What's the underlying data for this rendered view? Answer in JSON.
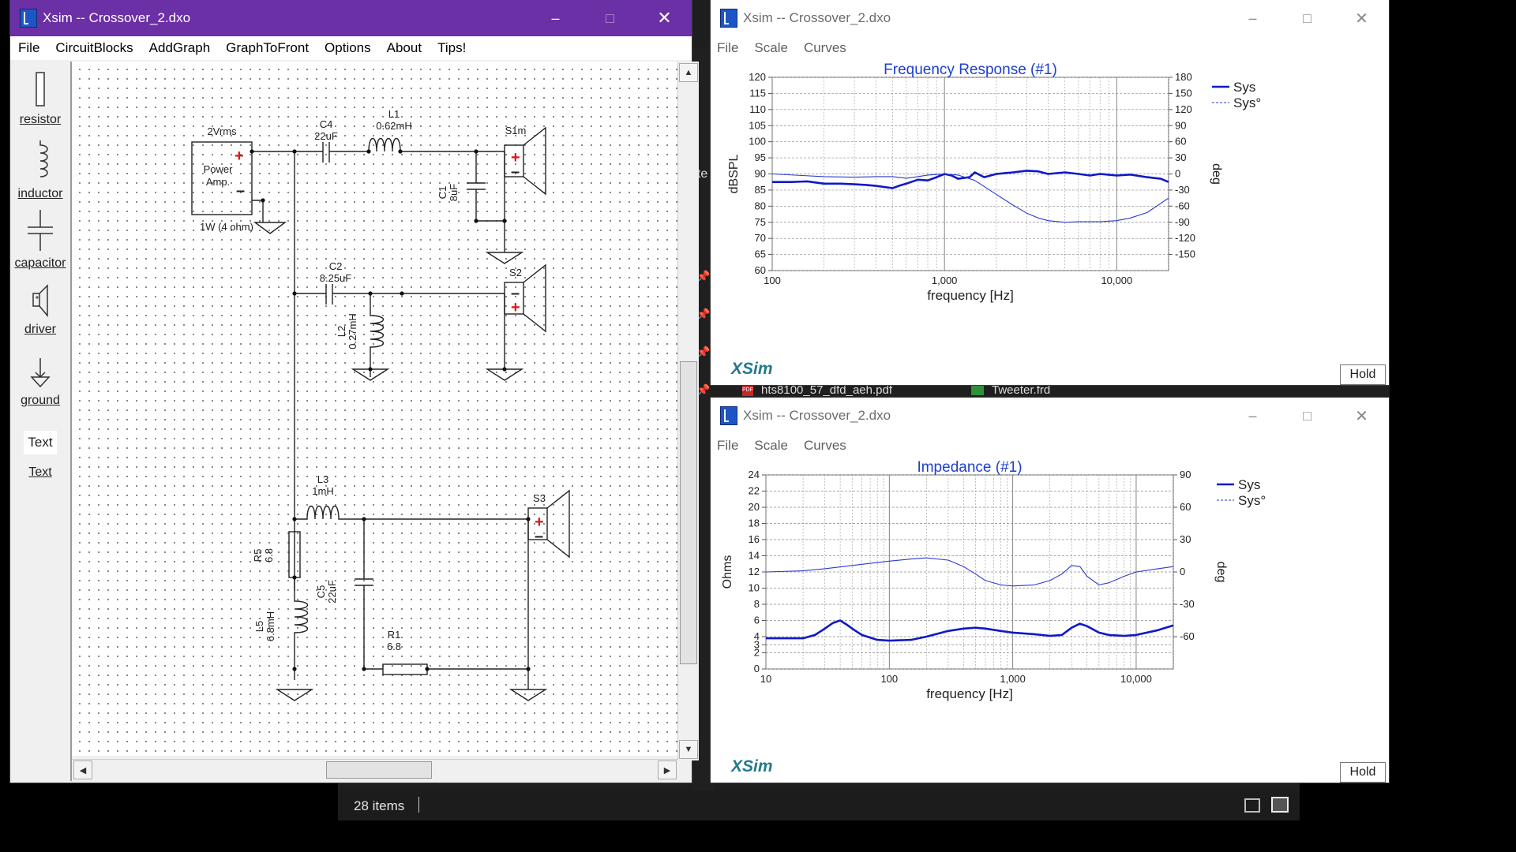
{
  "background": {
    "status_items": "28 items",
    "sidebar_fragment": "nte",
    "file_row": [
      {
        "icon": "pdf-file-icon",
        "name": "hts8100_57_dfd_aeh.pdf"
      },
      {
        "icon": "frd-file-icon",
        "name": "Tweeter.frd"
      }
    ]
  },
  "main_window": {
    "title": "Xsim -- Crossover_2.dxo",
    "accent": "#6b2fa6",
    "menu": [
      "File",
      "CircuitBlocks",
      "AddGraph",
      "GraphToFront",
      "Options",
      "About",
      "Tips!"
    ],
    "tools": [
      {
        "icon": "resistor-icon",
        "label": "resistor"
      },
      {
        "icon": "inductor-icon",
        "label": "inductor"
      },
      {
        "icon": "capacitor-icon",
        "label": "capacitor"
      },
      {
        "icon": "driver-icon",
        "label": "driver"
      },
      {
        "icon": "ground-icon",
        "label": "ground"
      },
      {
        "icon": "text-tool-icon",
        "label": "Text",
        "preview": "Text"
      }
    ],
    "circuit": {
      "source_voltage": "2Vrms",
      "source_name_1": "Power",
      "source_name_2": "Amp.",
      "source_power": "1W (4 ohm)",
      "components": [
        {
          "ref": "C4",
          "value": "22uF"
        },
        {
          "ref": "L1",
          "value": "0.62mH"
        },
        {
          "ref": "C1",
          "value": "8uF"
        },
        {
          "ref": "S1m",
          "value": ""
        },
        {
          "ref": "C2",
          "value": "8.25uF"
        },
        {
          "ref": "L2",
          "value": "0.27mH"
        },
        {
          "ref": "S2",
          "value": ""
        },
        {
          "ref": "L3",
          "value": "1mH"
        },
        {
          "ref": "S3",
          "value": ""
        },
        {
          "ref": "R5",
          "value": "6.8"
        },
        {
          "ref": "C5",
          "value": "22uF"
        },
        {
          "ref": "L5",
          "value": "6.8mH"
        },
        {
          "ref": "R1",
          "value": "6.8"
        }
      ]
    }
  },
  "graph_windows": [
    {
      "title": "Xsim -- Crossover_2.dxo",
      "menu": [
        "File",
        "Scale",
        "Curves"
      ],
      "logo": "XSim",
      "hold_label": "Hold",
      "chart_data": {
        "type": "line",
        "title": "Frequency Response (#1)",
        "xlabel": "frequency [Hz]",
        "ylabel": "dBSPL",
        "y2label": "deg",
        "x_scale": "log",
        "xlim": [
          100,
          20000
        ],
        "ylim": [
          60,
          120
        ],
        "y2lim": [
          -180,
          180
        ],
        "x_ticks": [
          "100",
          "1,000",
          "10,000"
        ],
        "y_ticks": [
          "60",
          "65",
          "70",
          "75",
          "80",
          "85",
          "90",
          "95",
          "100",
          "105",
          "110",
          "115",
          "120"
        ],
        "y2_ticks": [
          "-150",
          "-120",
          "-90",
          "-60",
          "-30",
          "0",
          "30",
          "60",
          "90",
          "120",
          "150",
          "180"
        ],
        "grid": true,
        "legend_position": "top-right",
        "series": [
          {
            "name": "Sys",
            "axis": "left",
            "color": "#1018c8",
            "style": "solid",
            "x": [
              100,
              130,
              160,
              200,
              250,
              300,
              350,
              400,
              500,
              550,
              600,
              700,
              800,
              900,
              1000,
              1100,
              1200,
              1400,
              1500,
              1700,
              2000,
              2500,
              3000,
              3500,
              4000,
              5000,
              6000,
              7000,
              8000,
              10000,
              12000,
              15000,
              18000,
              20000
            ],
            "y": [
              87.5,
              87.5,
              87.7,
              87,
              87,
              86.8,
              86.6,
              86.3,
              85.6,
              86.4,
              87,
              88.2,
              88,
              89,
              90,
              89.5,
              88.5,
              89,
              90.5,
              89,
              90,
              90.5,
              91,
              90.8,
              90,
              90.5,
              90,
              89.5,
              90,
              89.5,
              89.8,
              89,
              88.5,
              87.5
            ]
          },
          {
            "name": "Sys°",
            "axis": "right",
            "color": "#2c3acb",
            "style": "thin",
            "x": [
              100,
              150,
              200,
              300,
              400,
              500,
              600,
              700,
              800,
              1000,
              1200,
              1500,
              2000,
              2500,
              3000,
              3500,
              4000,
              5000,
              6000,
              8000,
              10000,
              12000,
              15000,
              20000
            ],
            "y": [
              0,
              -3,
              -5,
              -6,
              -5,
              -5,
              -8,
              -5,
              -2,
              0,
              -2,
              -12,
              -38,
              -58,
              -73,
              -82,
              -87,
              -90,
              -89,
              -89,
              -87,
              -82,
              -72,
              -45
            ]
          }
        ]
      }
    },
    {
      "title": "Xsim -- Crossover_2.dxo",
      "menu": [
        "File",
        "Scale",
        "Curves"
      ],
      "logo": "XSim",
      "hold_label": "Hold",
      "chart_data": {
        "type": "line",
        "title": "Impedance (#1)",
        "xlabel": "frequency [Hz]",
        "ylabel": "Ohms",
        "y2label": "deg",
        "x_scale": "log",
        "xlim": [
          10,
          20000
        ],
        "ylim": [
          0,
          24
        ],
        "y2lim": [
          -90,
          90
        ],
        "x_ticks": [
          "10",
          "100",
          "1,000",
          "10,000"
        ],
        "y_ticks": [
          "0",
          "2",
          "3",
          "4",
          "6",
          "8",
          "10",
          "12",
          "14",
          "16",
          "18",
          "20",
          "22",
          "24"
        ],
        "y2_ticks": [
          "-60",
          "-30",
          "0",
          "30",
          "60",
          "90"
        ],
        "grid": true,
        "legend_position": "top-right",
        "series": [
          {
            "name": "Sys",
            "axis": "left",
            "color": "#1018c8",
            "style": "solid",
            "x": [
              10,
              15,
              20,
              25,
              30,
              35,
              40,
              45,
              50,
              60,
              80,
              100,
              150,
              200,
              300,
              400,
              500,
              600,
              800,
              1000,
              1500,
              2000,
              2500,
              3000,
              3500,
              4000,
              5000,
              6000,
              8000,
              10000,
              15000,
              20000
            ],
            "y": [
              3.8,
              3.8,
              3.8,
              4.2,
              5,
              5.7,
              6,
              5.5,
              5,
              4.2,
              3.6,
              3.5,
              3.6,
              4,
              4.7,
              5,
              5.1,
              5,
              4.7,
              4.5,
              4.3,
              4.1,
              4.2,
              5.1,
              5.6,
              5.3,
              4.5,
              4.2,
              4.1,
              4.2,
              4.8,
              5.4
            ]
          },
          {
            "name": "Sys°",
            "axis": "right",
            "color": "#2c3acb",
            "style": "thin",
            "x": [
              10,
              20,
              30,
              50,
              70,
              100,
              150,
              200,
              300,
              400,
              500,
              600,
              800,
              1000,
              1500,
              2000,
              2500,
              3000,
              3500,
              4000,
              5000,
              6000,
              8000,
              10000,
              15000,
              20000
            ],
            "y": [
              0,
              1,
              3,
              6,
              8,
              10,
              12,
              13,
              11,
              5,
              -2,
              -8,
              -12,
              -13,
              -12,
              -8,
              -2,
              6,
              5,
              -4,
              -12,
              -10,
              -4,
              0,
              3,
              5
            ]
          }
        ]
      }
    }
  ]
}
